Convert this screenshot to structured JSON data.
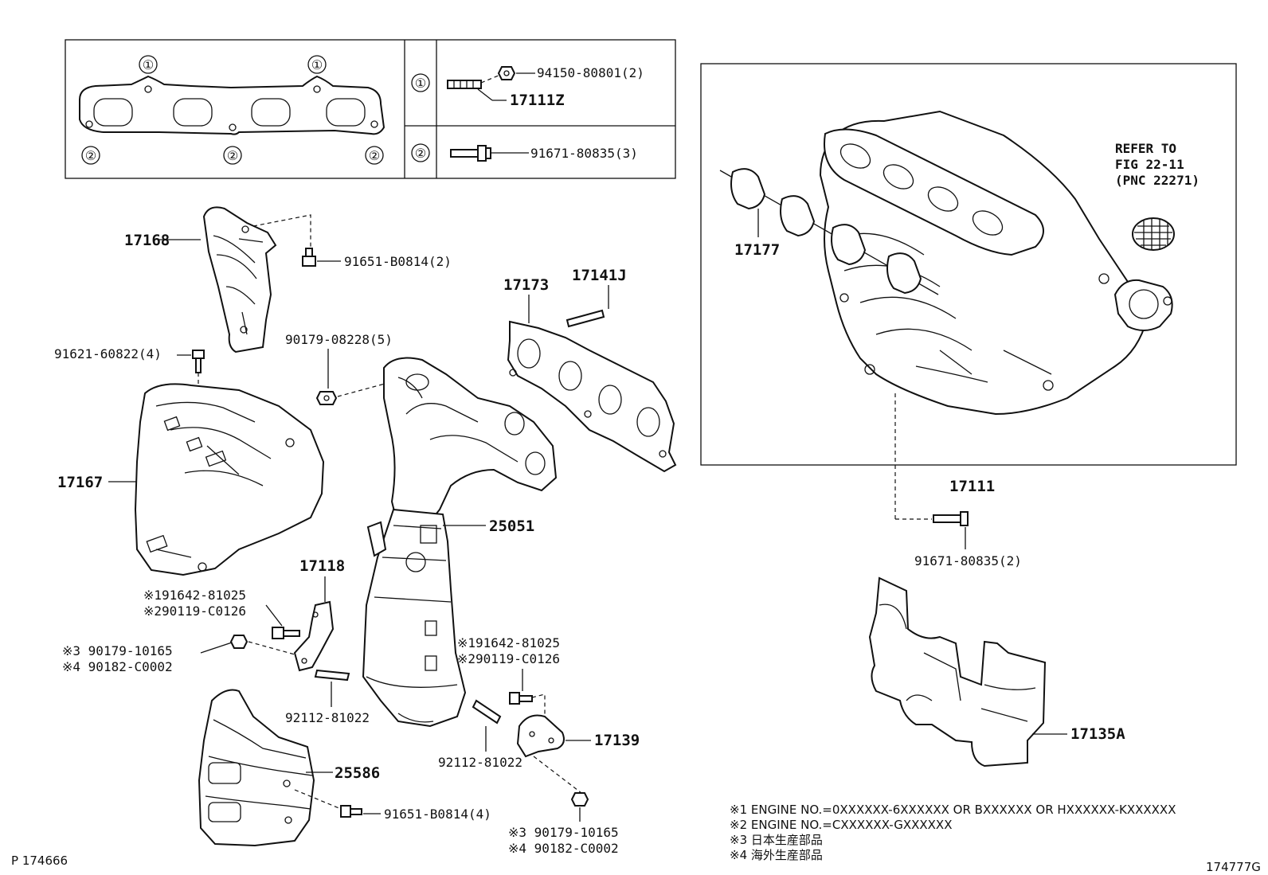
{
  "callouts": {
    "c1": "①",
    "c2": "②"
  },
  "legend_box": {
    "row1_part_a": "94150-80801(2)",
    "row1_part_b": "17111Z",
    "row2_part": "91671-80835(3)"
  },
  "intake": {
    "refer_line1": "REFER TO",
    "refer_line2": "FIG 22-11",
    "refer_line3": "(PNC 22271)",
    "gasket": "17177",
    "manifold": "17111",
    "bolt": "91671-80835(2)",
    "cover": "17135A"
  },
  "exhaust": {
    "p17168": "17168",
    "p91651a": "91651-B0814(2)",
    "p17173": "17173",
    "p17141j": "17141J",
    "p91621": "91621-60822(4)",
    "p90179a": "90179-08228(5)",
    "p17167": "17167",
    "p25051": "25051",
    "p17118": "17118",
    "n1a": "※191642-81025",
    "n2a": "※290119-C0126",
    "n3a": "※3 90179-10165",
    "n4a": "※4 90182-C0002",
    "n1b": "※191642-81025",
    "n2b": "※290119-C0126",
    "p92112a": "92112-81022",
    "p92112b": "92112-81022",
    "p17139": "17139",
    "p25586": "25586",
    "p91651b": "91651-B0814(4)",
    "n3b": "※3 90179-10165",
    "n4b": "※4 90182-C0002"
  },
  "notes": {
    "note1": "※1 ENGINE NO.=0XXXXXX-6XXXXXX OR BXXXXXX OR HXXXXXX-KXXXXXX",
    "note2": "※2 ENGINE NO.=CXXXXXX-GXXXXXX",
    "note3": "※3 日本生産部品",
    "note4": "※4 海外生産部品"
  },
  "footer": {
    "left_code": "P 174666",
    "right_code": "174777G"
  }
}
